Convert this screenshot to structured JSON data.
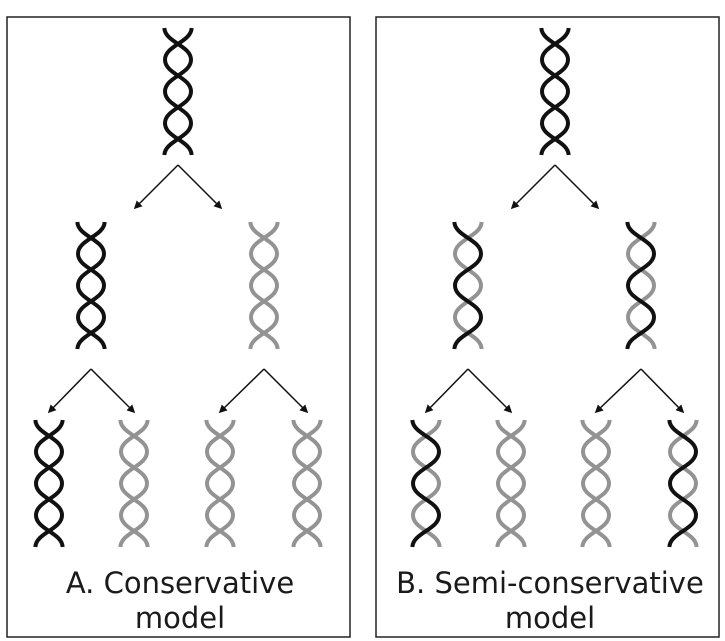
{
  "colors": {
    "old_strand": "#111111",
    "new_strand": "#939393",
    "frame": "#222222",
    "arrow": "#111111"
  },
  "panels": [
    {
      "id": "A",
      "caption_line1": "A. Conservative",
      "caption_line2": "model",
      "helices": [
        {
          "generation": 0,
          "strands": [
            "old",
            "old"
          ]
        },
        {
          "generation": 1,
          "strands": [
            "old",
            "old"
          ]
        },
        {
          "generation": 1,
          "strands": [
            "new",
            "new"
          ]
        },
        {
          "generation": 2,
          "strands": [
            "old",
            "old"
          ]
        },
        {
          "generation": 2,
          "strands": [
            "new",
            "new"
          ]
        },
        {
          "generation": 2,
          "strands": [
            "new",
            "new"
          ]
        },
        {
          "generation": 2,
          "strands": [
            "new",
            "new"
          ]
        }
      ]
    },
    {
      "id": "B",
      "caption_line1": "B. Semi-conservative",
      "caption_line2": "model",
      "helices": [
        {
          "generation": 0,
          "strands": [
            "old",
            "old"
          ]
        },
        {
          "generation": 1,
          "strands": [
            "old",
            "new"
          ]
        },
        {
          "generation": 1,
          "strands": [
            "old",
            "new"
          ]
        },
        {
          "generation": 2,
          "strands": [
            "old",
            "new"
          ]
        },
        {
          "generation": 2,
          "strands": [
            "new",
            "new"
          ]
        },
        {
          "generation": 2,
          "strands": [
            "new",
            "new"
          ]
        },
        {
          "generation": 2,
          "strands": [
            "old",
            "new"
          ]
        }
      ]
    }
  ]
}
